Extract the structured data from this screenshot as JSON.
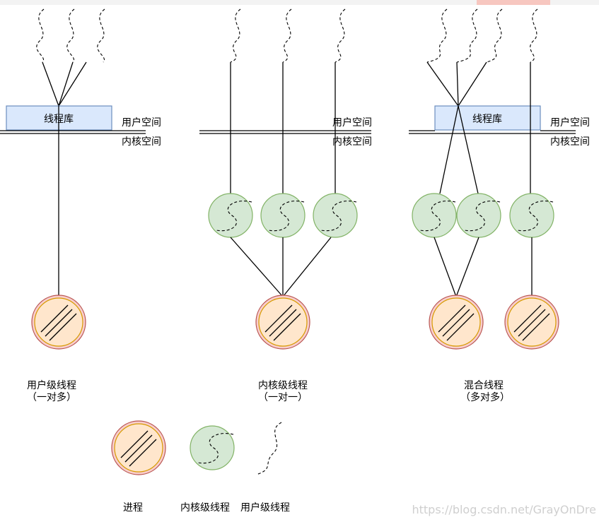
{
  "labels": {
    "thread_library": "线程库",
    "user_space": "用户空间",
    "kernel_space": "内核空间"
  },
  "models": [
    {
      "title": "用户级线程",
      "subtitle": "（一对多）"
    },
    {
      "title": "内核级线程",
      "subtitle": "（一对一）"
    },
    {
      "title": "混合线程",
      "subtitle": "（多对多）"
    }
  ],
  "legend": {
    "process": "进程",
    "kernel_thread": "内核级线程",
    "user_thread": "用户级线程"
  },
  "watermark": "https://blog.csdn.net/GrayOnDre",
  "colors": {
    "library_fill": "#dae8fc",
    "kernel_thread_fill": "#d5e8d4",
    "process_fill": "#ffe6cc",
    "process_ring": "#f8cecc"
  }
}
